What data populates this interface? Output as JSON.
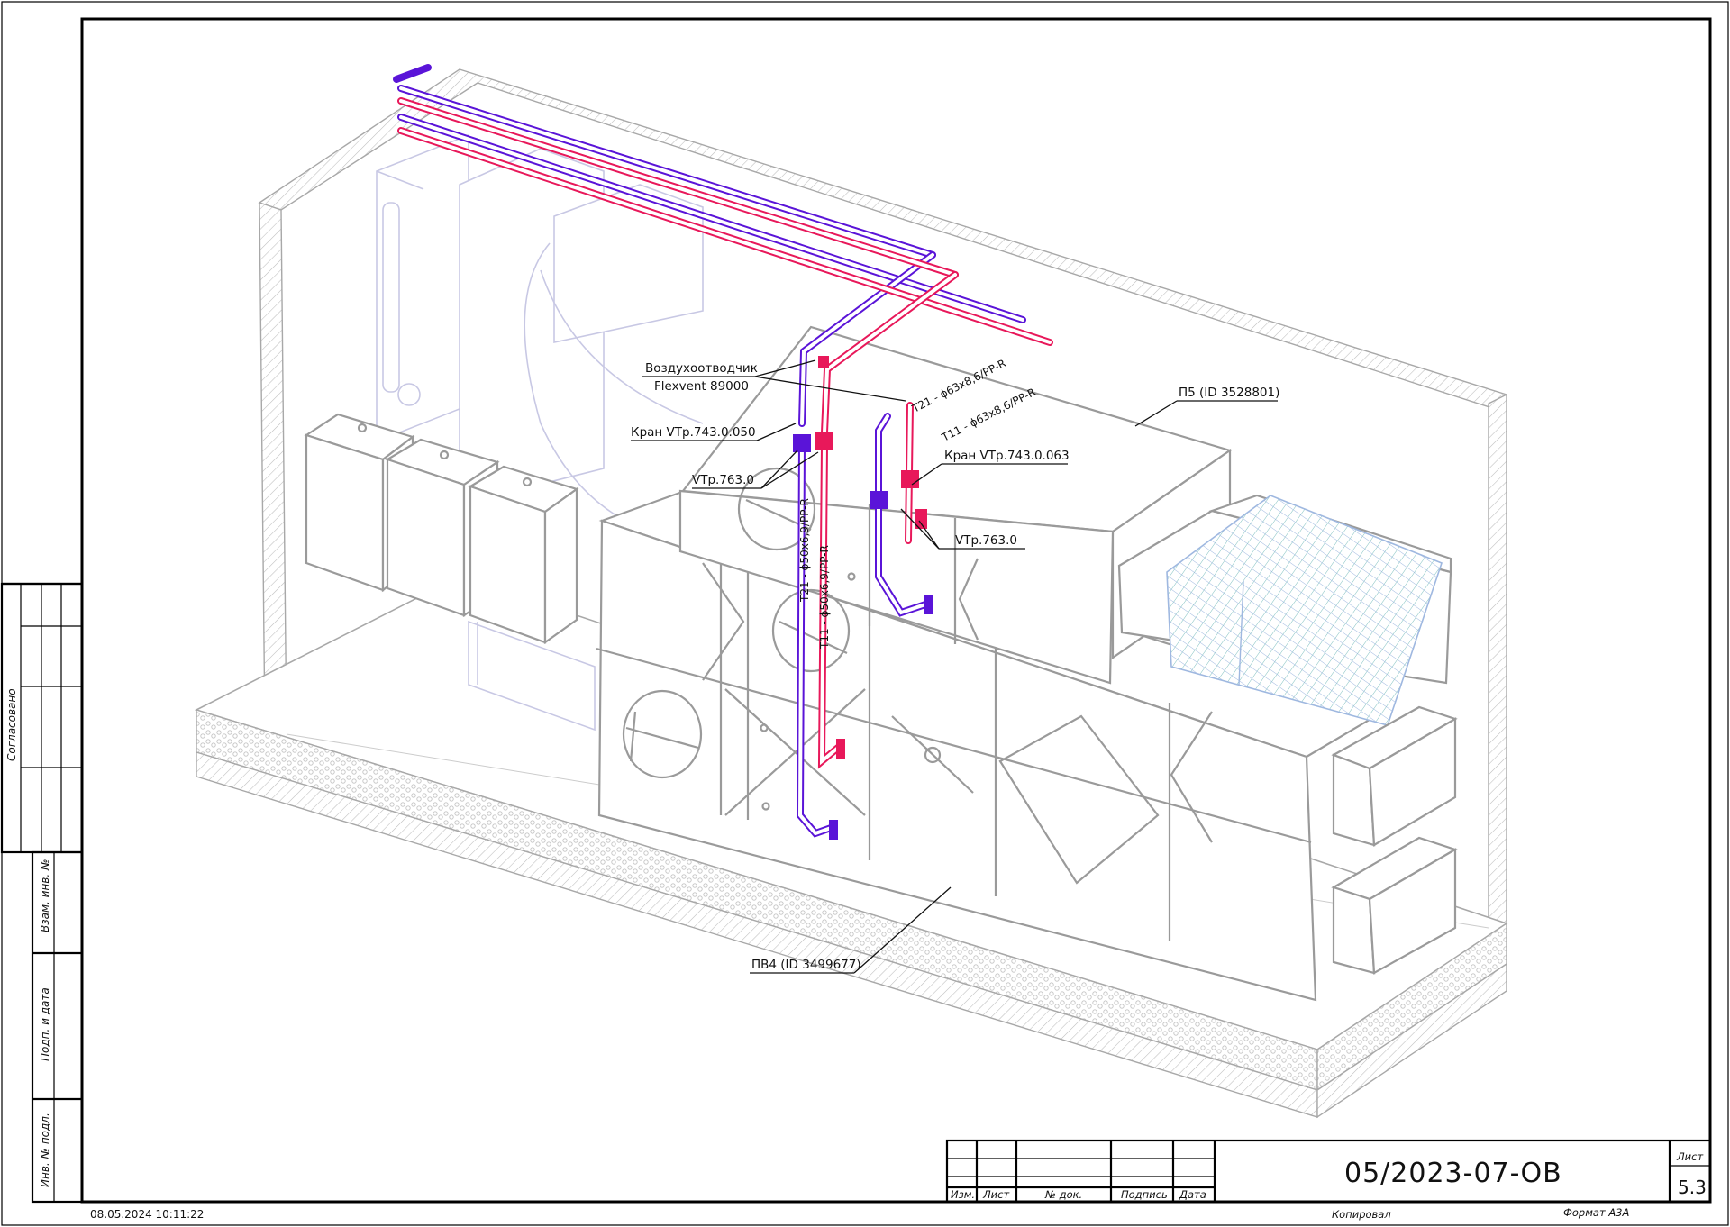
{
  "diagram": {
    "units": {
      "pv4": "ПВ4 (ID 3499677)",
      "p5": "П5 (ID 3528801)"
    },
    "pipes": {
      "t21_main": "T21 - ϕ63x8,6/PP-R",
      "t11_main": "T11 - ϕ63x8,6/PP-R",
      "t21_riser": "T21 - ϕ50x6,9/PP-R",
      "t11_riser": "T11 - ϕ50x6,9/PP-R"
    },
    "callouts": {
      "air_vent_line1": "Воздухоотводчик",
      "air_vent_line2": "Flexvent 89000",
      "valve_left": "Кран VTp.743.0.050",
      "valve_left_fitting": "VTp.763.0",
      "valve_right": "Кран VTp.743.0.063",
      "valve_right_fitting": "VTp.763.0"
    },
    "colors": {
      "supply_t11": "#e8185a",
      "return_t21": "#5a14d8",
      "equipment": "#9a9a9a",
      "background_equipment": "#c8c8e4",
      "grille": "#7fc0c0"
    }
  },
  "title_block": {
    "document_code": "05/2023-07-ОВ",
    "sheet_label": "Лист",
    "sheet_number": "5.3",
    "columns": [
      "Изм.",
      "Лист",
      "№ док.",
      "Подпись",
      "Дата"
    ],
    "copied_label": "Копировал",
    "format_label": "Формат А3А"
  },
  "side_stamp": {
    "agreed": "Согласовано",
    "replaces_inv": "Взам. инв. №",
    "sign_date": "Подп. и дата",
    "inv_original": "Инв. № подл."
  },
  "footer": {
    "timestamp": "08.05.2024 10:11:22"
  }
}
